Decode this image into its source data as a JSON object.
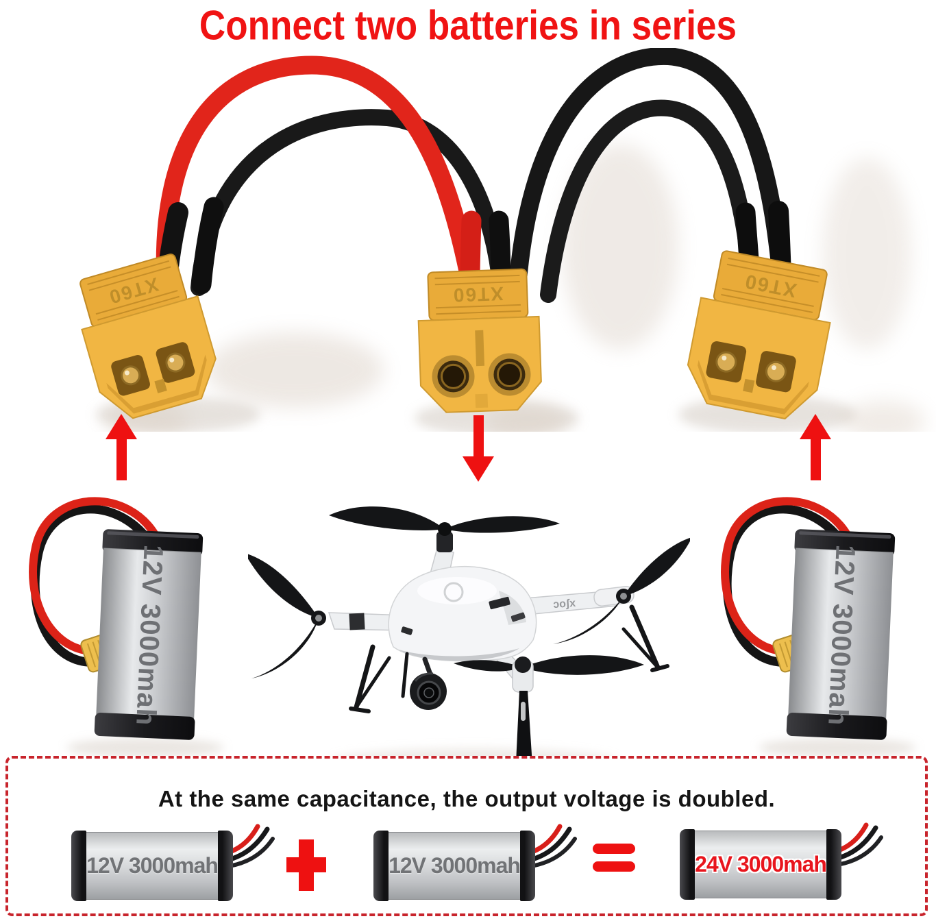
{
  "title": {
    "text": "Connect two batteries in series",
    "color": "#f01313"
  },
  "cable": {
    "connector_label": "XT60",
    "connectors": [
      {
        "position": "left",
        "type": "male",
        "wires": [
          "red",
          "black"
        ]
      },
      {
        "position": "middle",
        "type": "female",
        "wires": [
          "red",
          "black"
        ]
      },
      {
        "position": "right",
        "type": "male",
        "wires": [
          "black",
          "black"
        ]
      }
    ],
    "colors": {
      "wire_red": "#e02318",
      "wire_black": "#161616",
      "connector_yellow": "#f1b643"
    }
  },
  "arrows": [
    {
      "direction": "up"
    },
    {
      "direction": "down"
    },
    {
      "direction": "up"
    }
  ],
  "side_batteries": {
    "left_label": "12V 3000mah",
    "right_label": "12V 3000mah"
  },
  "drone": {
    "arm_text": "ɔoʃx"
  },
  "info_box": {
    "caption": "At the same capacitance, the output voltage is doubled.",
    "battery1_label": "12V 3000mah",
    "plus": "+",
    "battery2_label": "12V 3000mah",
    "equals": "=",
    "result_label": "24V 3000mah",
    "result_color": "#e8151d",
    "border_color": "#c8242c"
  },
  "palette": {
    "accent_red": "#ee1111",
    "battery_silver": "#d6d8da",
    "cap_black": "#1a1a1c",
    "battery_text_gray": "#6e7074"
  }
}
